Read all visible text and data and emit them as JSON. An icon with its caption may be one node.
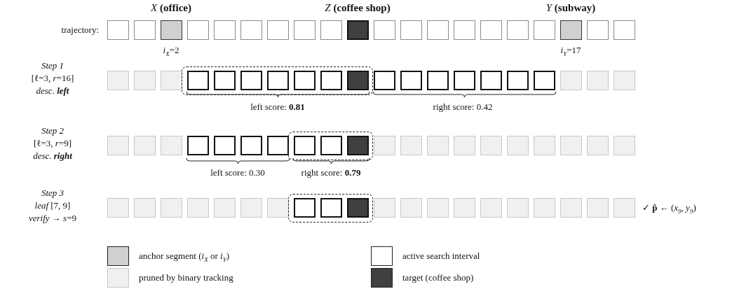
{
  "diagram": {
    "labels": [
      "*X* **(office)**",
      "*Z* **(coffee shop)**",
      "*Y* **(subway)**",
      "trajectory:",
      "*i*$_{X}$=2",
      "*i*$_{Y}$=17",
      "Step 1",
      "[ℓ=3, *r*=16]",
      "desc. **left**",
      "left score: **0.81**",
      "right score: 0.42",
      "Step 2",
      "[ℓ=3, *r*=9]",
      "desc. **right**",
      "left score: 0.30",
      "right score: **0.79**",
      "Step 3",
      "*leaf* [7, 9]",
      "*verify* → *s*=9",
      "✓ **p̂** ← (*x*$_{9}$, *y*$_{9}$)"
    ],
    "legend": [
      {
        "text": "anchor segment (*i*$_{X}$ or *i*$_{Y}$)",
        "color": "#d0d0d0"
      },
      {
        "text": "pruned by binary tracking",
        "color": "#f0f0f0"
      },
      {
        "text": "active search interval",
        "color": "#ffffff"
      },
      {
        "text": "target (coffee shop)",
        "color": "#404040"
      }
    ]
  }
}
